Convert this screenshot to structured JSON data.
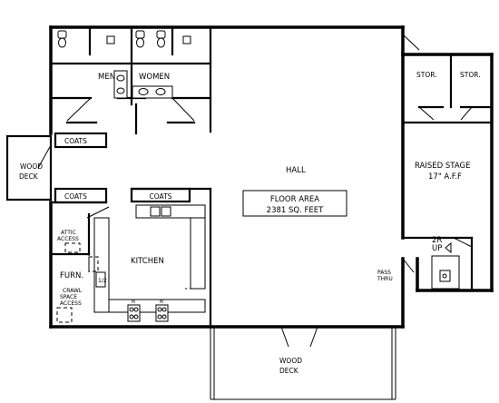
{
  "rooms": {
    "men": "MEN",
    "women": "WOMEN",
    "hall": "HALL",
    "stor_left": "STOR.",
    "stor_right": "STOR.",
    "raised_stage": "RAISED STAGE",
    "stage_height": "17\" A.F.F",
    "coats_upper": "COATS",
    "coats_lower": "COATS",
    "coats_kitchen": "COATS",
    "wood_deck_left_line1": "WOOD",
    "wood_deck_left_line2": "DECK",
    "kitchen": "KITCHEN",
    "attic_access_line1": "ATTIC",
    "attic_access_line2": "ACCESS",
    "furn": "FURN.",
    "crawl_line1": "CRAWL",
    "crawl_line2": "SPACE",
    "crawl_line3": "ACCESS",
    "wood_deck_bottom_line1": "WOOD",
    "wood_deck_bottom_line2": "DECK",
    "pass_thru_line1": "PASS",
    "pass_thru_line2": "THRU",
    "stair_line1": "2R",
    "stair_line2": "UP"
  },
  "floor_area": {
    "line1": "FLOOR AREA",
    "line2": "2381 SQ. FEET"
  }
}
